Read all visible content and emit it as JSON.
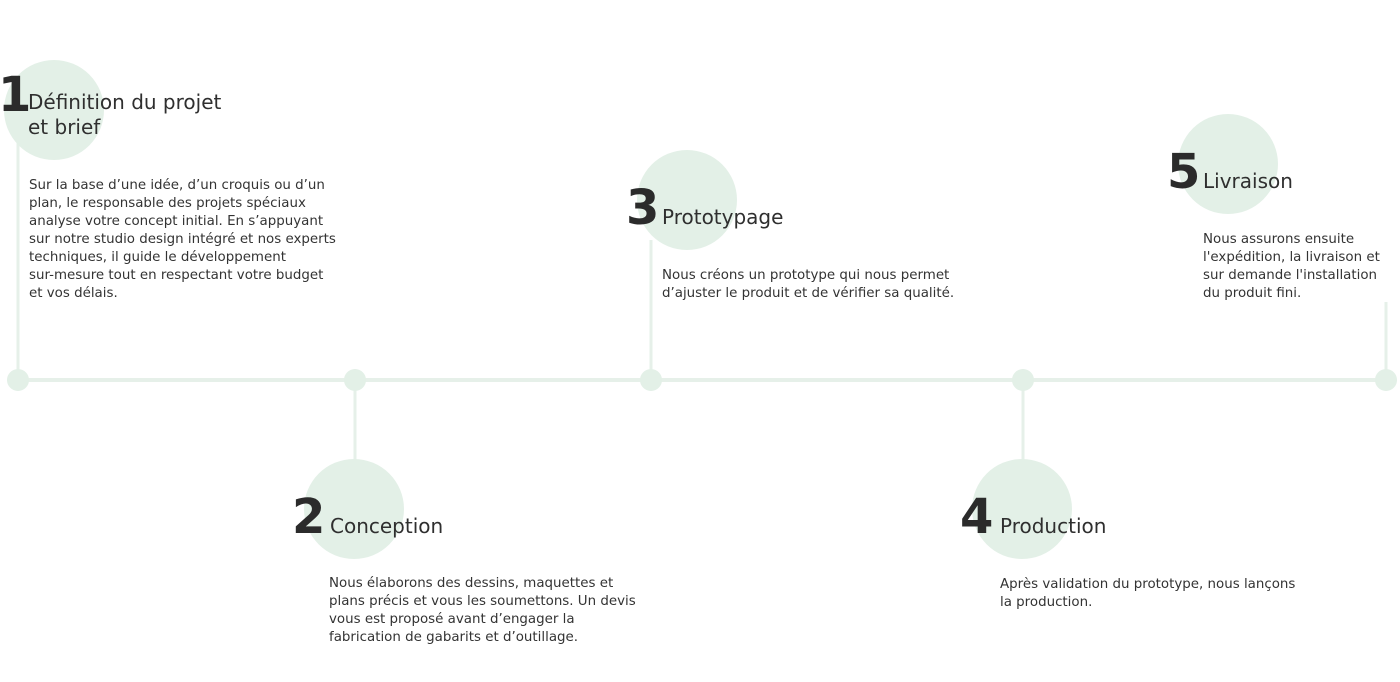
{
  "colors": {
    "accent_circle": "#e3f0e7",
    "line": "#e6f0e9",
    "text": "#2f2f2f"
  },
  "steps": [
    {
      "number": "1",
      "title_line1": "Définition du projet",
      "title_line2": "et brief",
      "description": "Sur la base d’une idée, d’un croquis ou d’un\nplan, le responsable des projets spéciaux\nanalyse votre concept initial. En s’appuyant\nsur notre studio design intégré et nos experts\ntechniques, il guide le développement\nsur-mesure tout en respectant votre budget\net vos délais."
    },
    {
      "number": "2",
      "title_line1": "Conception",
      "description": "Nous élaborons des dessins, maquettes et\nplans précis et vous les soumettons. Un devis\nvous est proposé avant d’engager la\nfabrication de gabarits et d’outillage."
    },
    {
      "number": "3",
      "title_line1": "Prototypage",
      "description": "Nous créons un prototype qui nous permet\nd’ajuster le produit et de vérifier sa qualité."
    },
    {
      "number": "4",
      "title_line1": "Production",
      "description": "Après validation du prototype, nous lançons\nla production."
    },
    {
      "number": "5",
      "title_line1": "Livraison",
      "description": "Nous assurons ensuite\nl'expédition, la livraison et\nsur demande l'installation\ndu produit fini."
    }
  ]
}
